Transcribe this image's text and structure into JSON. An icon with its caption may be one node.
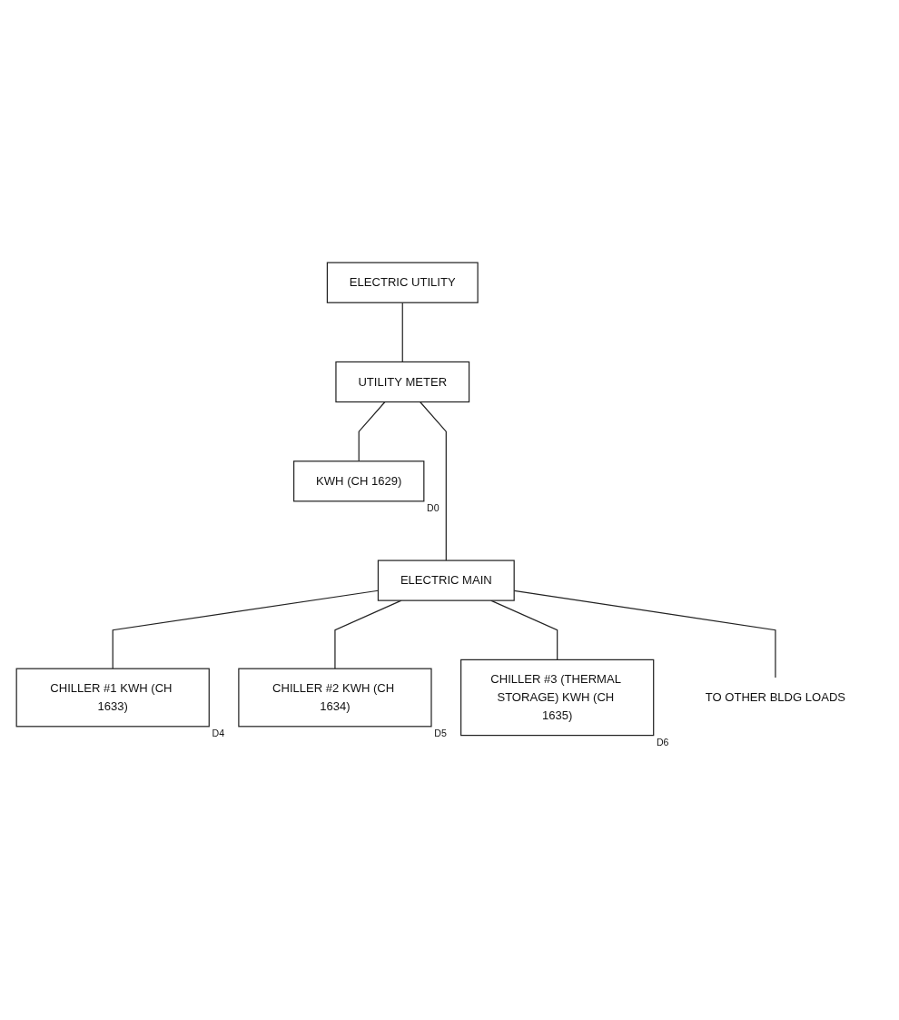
{
  "diagram": {
    "nodes": [
      {
        "text": [
          "ELECTRIC UTILITY"
        ]
      },
      {
        "text": [
          "UTILITY METER"
        ]
      },
      {
        "text": [
          "KWH (CH 1629)"
        ],
        "beside": [
          "D0"
        ]
      },
      {
        "text": [
          "ELECTRIC MAIN"
        ]
      },
      {
        "text": [
          "CHILLER #1 KWH (CH 1633)"
        ],
        "beside": [
          "D4"
        ]
      },
      {
        "text": [
          "CHILLER #2 KWH (CH 1634)"
        ],
        "beside": [
          "D5"
        ]
      },
      {
        "text": [
          "CHILLER #3 (THERMAL STORAGE) KWH (CH 1635)"
        ],
        "beside": [
          "D6"
        ]
      },
      {
        "text": [
          "TO OTHER BLDG LOADS"
        ]
      }
    ],
    "edges": [
      {
        "from": 0,
        "to": 1,
        "arrow": "none"
      },
      {
        "from": 1,
        "to": 2,
        "arrow": "none"
      },
      {
        "from": 1,
        "to": 3,
        "arrow": "none"
      },
      {
        "from": 3,
        "to": 4,
        "arrow": "none"
      },
      {
        "from": 3,
        "to": 5,
        "arrow": "none"
      },
      {
        "from": 3,
        "to": 6,
        "arrow": "none"
      },
      {
        "from": 3,
        "to": 7,
        "arrow": "none"
      }
    ]
  }
}
